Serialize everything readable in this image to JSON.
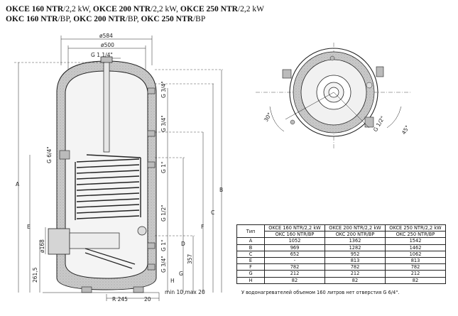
{
  "header": {
    "line1": [
      {
        "bold": "OKCE 160 NTR",
        "normal": "/2,2 kW, "
      },
      {
        "bold": "OKCE 200 NTR",
        "normal": "/2,2 kW, "
      },
      {
        "bold": "OKCE 250 NTR",
        "normal": "/2,2 kW"
      }
    ],
    "line2": [
      {
        "bold": "OKC 160 NTR",
        "normal": "/BP, "
      },
      {
        "bold": "OKC 200 NTR",
        "normal": "/BP, "
      },
      {
        "bold": "OKC 250 NTR",
        "normal": "/BP"
      }
    ]
  },
  "side_view": {
    "dim_outer": "ø584",
    "dim_inner": "ø500",
    "port_top": "G 1 1/4\"",
    "port_34_top": "G 3/4\"",
    "port_34_mid": "G 3/4\"",
    "port_64": "G 6/4\"",
    "port_1_upper": "G 1\"",
    "port_12": "G 1/2\"",
    "port_1_lower": "G 1\"",
    "port_34_bottom": "G 3/4\"",
    "flange": "ø168",
    "h_2615": "261,5",
    "h_357": "357",
    "r245": "R 245",
    "w20": "20",
    "clearance": "min 10,max 20",
    "labels": [
      "A",
      "B",
      "C",
      "D",
      "E",
      "F",
      "G",
      "H"
    ]
  },
  "top_view": {
    "angle30": "30°",
    "angle45": "45°",
    "port": "G 1/2\""
  },
  "table": {
    "type_header": "Тип",
    "columns": [
      {
        "top": "OKCE 160 NTR/2,2 kW",
        "bottom": "OKC 160 NTR/BP"
      },
      {
        "top": "OKCE 200 NTR/2,2 kW",
        "bottom": "OKC 200 NTR/BP"
      },
      {
        "top": "OKCE 250 NTR/2,2 kW",
        "bottom": "OKC 250 NTR/BP"
      }
    ],
    "rows": [
      {
        "label": "A",
        "values": [
          "1052",
          "1362",
          "1542"
        ]
      },
      {
        "label": "B",
        "values": [
          "969",
          "1282",
          "1462"
        ]
      },
      {
        "label": "C",
        "values": [
          "652",
          "952",
          "1062"
        ]
      },
      {
        "label": "E",
        "values": [
          "-",
          "813",
          "813"
        ]
      },
      {
        "label": "F",
        "values": [
          "782",
          "782",
          "782"
        ]
      },
      {
        "label": "G",
        "values": [
          "212",
          "212",
          "212"
        ]
      },
      {
        "label": "H",
        "values": [
          "82",
          "82",
          "82"
        ]
      }
    ],
    "footnote": "У водонагревателей объемом 160 литров нет отверстия G 6/4\"."
  }
}
